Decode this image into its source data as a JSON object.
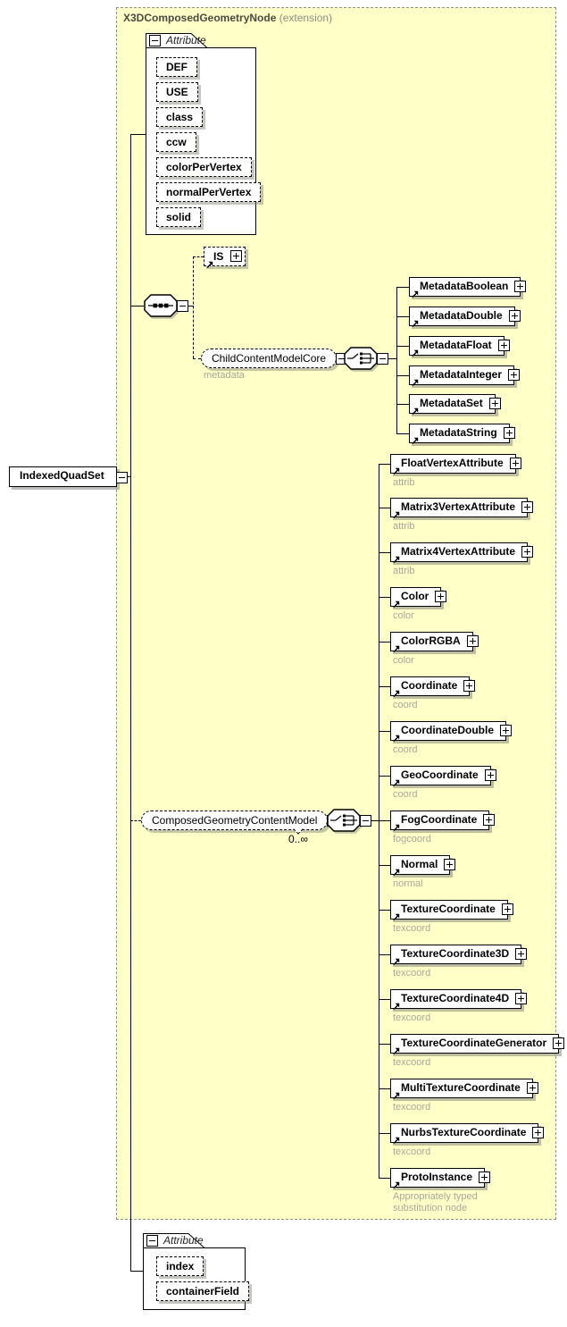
{
  "diagram": {
    "container": {
      "title": "X3DComposedGeometryNode",
      "annotation": "(extension)"
    },
    "root": {
      "label": "IndexedQuadSet"
    },
    "attribute_block_top": {
      "header": "Attribute",
      "attributes": [
        "DEF",
        "USE",
        "class",
        "ccw",
        "colorPerVertex",
        "normalPerVertex",
        "solid"
      ]
    },
    "is_ref": {
      "label": "IS"
    },
    "child_content_model": {
      "label": "ChildContentModelCore",
      "annotation": "metadata"
    },
    "metadata_refs": [
      "MetadataBoolean",
      "MetadataDouble",
      "MetadataFloat",
      "MetadataInteger",
      "MetadataSet",
      "MetadataString"
    ],
    "composed_geometry_model": {
      "label": "ComposedGeometryContentModel",
      "occurrence": "0..∞"
    },
    "content_refs": [
      {
        "label": "FloatVertexAttribute",
        "annotation": "attrib"
      },
      {
        "label": "Matrix3VertexAttribute",
        "annotation": "attrib"
      },
      {
        "label": "Matrix4VertexAttribute",
        "annotation": "attrib"
      },
      {
        "label": "Color",
        "annotation": "color"
      },
      {
        "label": "ColorRGBA",
        "annotation": "color"
      },
      {
        "label": "Coordinate",
        "annotation": "coord"
      },
      {
        "label": "CoordinateDouble",
        "annotation": "coord"
      },
      {
        "label": "GeoCoordinate",
        "annotation": "coord"
      },
      {
        "label": "FogCoordinate",
        "annotation": "fogcoord"
      },
      {
        "label": "Normal",
        "annotation": "normal"
      },
      {
        "label": "TextureCoordinate",
        "annotation": "texcoord"
      },
      {
        "label": "TextureCoordinate3D",
        "annotation": "texcoord"
      },
      {
        "label": "TextureCoordinate4D",
        "annotation": "texcoord"
      },
      {
        "label": "TextureCoordinateGenerator",
        "annotation": "texcoord"
      },
      {
        "label": "MultiTextureCoordinate",
        "annotation": "texcoord"
      },
      {
        "label": "NurbsTextureCoordinate",
        "annotation": "texcoord"
      },
      {
        "label": "ProtoInstance",
        "annotation": "Appropriately typed substitution node"
      }
    ],
    "attribute_block_bottom": {
      "header": "Attribute",
      "attributes": [
        "index",
        "containerField"
      ]
    },
    "colors": {
      "container_bg": "#ffffc8",
      "container_border": "#909090",
      "box_border": "#000000",
      "shadow": "#8c8c8c",
      "annotation_text": "#a8a89b",
      "title_text": "#4a4a40",
      "title_annotation": "#8e8e82"
    }
  }
}
